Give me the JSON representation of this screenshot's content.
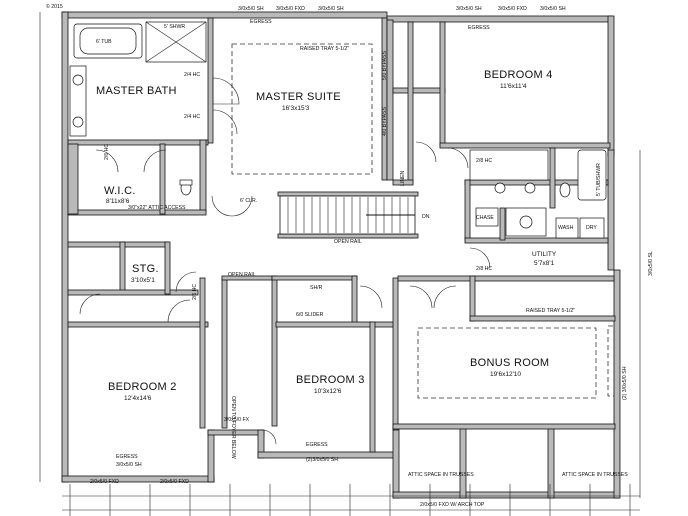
{
  "copyright": "© 2015",
  "rooms": {
    "master_bath": {
      "label": "MASTER BATH"
    },
    "master_suite": {
      "label": "MASTER SUITE",
      "dim": "16'3x15'3"
    },
    "bedroom4": {
      "label": "BEDROOM 4",
      "dim": "11'6x11'4"
    },
    "wic": {
      "label": "W.I.C.",
      "dim": "8'11x8'6"
    },
    "stg": {
      "label": "STG.",
      "dim": "3'10x5'1"
    },
    "bedroom2": {
      "label": "BEDROOM 2",
      "dim": "12'4x14'6"
    },
    "bedroom3": {
      "label": "BEDROOM 3",
      "dim": "10'3x12'6"
    },
    "bonus": {
      "label": "BONUS ROOM",
      "dim": "19'6x12'10"
    },
    "utility": {
      "label": "UTILITY",
      "dim": "5'7x8'1"
    }
  },
  "notes": {
    "tub": "6' TUB",
    "shwr": "5' SHWR",
    "egress_top": "EGRESS",
    "window_top1": "3/0x5/0 SH",
    "window_top2": "3/0x5/0 FXD",
    "window_top3": "3/0x5/0 SH",
    "window_top4": "3/0x5/0 SH",
    "window_top5": "3/0x5/0 FXD",
    "window_top6": "3/0x5/0 SH",
    "egress_b4": "EGRESS",
    "raised_tray_master": "RAISED TRAY 5-1/2\"",
    "raised_tray_bonus": "RAISED TRAY 5-1/2\"",
    "open_rail1": "OPEN RAIL",
    "open_rail2": "OPEN RAIL",
    "dn": "DN",
    "linen": "LINEN",
    "bypass1": "5/0 BYPASS",
    "bypass2": "4/0 BYPASS",
    "attic_access": "3/0\"x22\" ATTIC ACCESS",
    "slider": "6/0 SLIDER",
    "shelf_rod": "SH/R",
    "open_to_foyer": "OPEN TO FOYER BELOW",
    "egress_b2": "EGRESS",
    "window_b2": "3/0x5/0 SH",
    "egress_b3": "EGRESS",
    "window_b3": "(2)3/0x5/0 SH",
    "attic_left": "ATTIC SPACE IN TRUSSES",
    "attic_right": "ATTIC SPACE IN TRUSSES",
    "chase": "CHASE",
    "wash": "WASH",
    "dry": "DRY",
    "fx_window": "3/0x5/0 FX",
    "tub_shwr": "5' TUB/SHWR",
    "clr": "6' CLR.",
    "bottom_w1": "2/0x5/0 FXD",
    "bottom_w2": "2/0x5/0 FXD",
    "bottom_w3": "2/0x5/0 FXD W/ ARCH TOP",
    "right_w1": "(2) 3/0x5/0 SH",
    "right_w2": "3/0x5/0 SL",
    "hc1": "2/4 HC",
    "hc2": "2/6 HC",
    "hc3": "2/6 HC",
    "hc4": "2/8 HC",
    "hc5": "2/8 HC",
    "hc6": "2/4 HC"
  }
}
